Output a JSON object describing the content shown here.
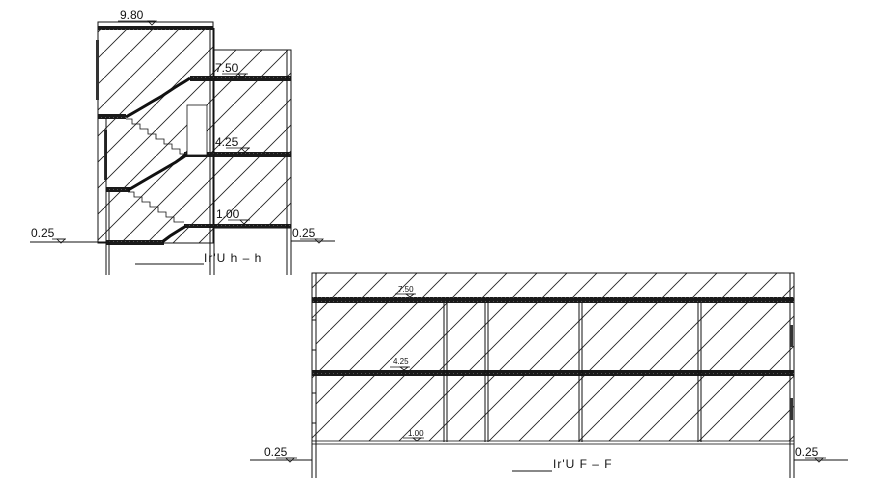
{
  "drawing": {
    "type": "architectural building sections",
    "background": "#ffffff",
    "line_color": "#111111",
    "slab_color": "#1a1a1a"
  },
  "section_b": {
    "title": "Ir'U  h  –    h",
    "levels": {
      "roof": "9.80",
      "second_floor": "7.50",
      "first_floor": "4.25",
      "ground_floor": "1.00",
      "ground_left": "0.25",
      "ground_right": "0.25"
    }
  },
  "section_f": {
    "title": "Ir'U   F –   F",
    "levels": {
      "second_floor": "7.50",
      "first_floor": "4.25",
      "ground_floor": "1.00",
      "ground_left": "0.25",
      "ground_right": "0.25"
    }
  }
}
